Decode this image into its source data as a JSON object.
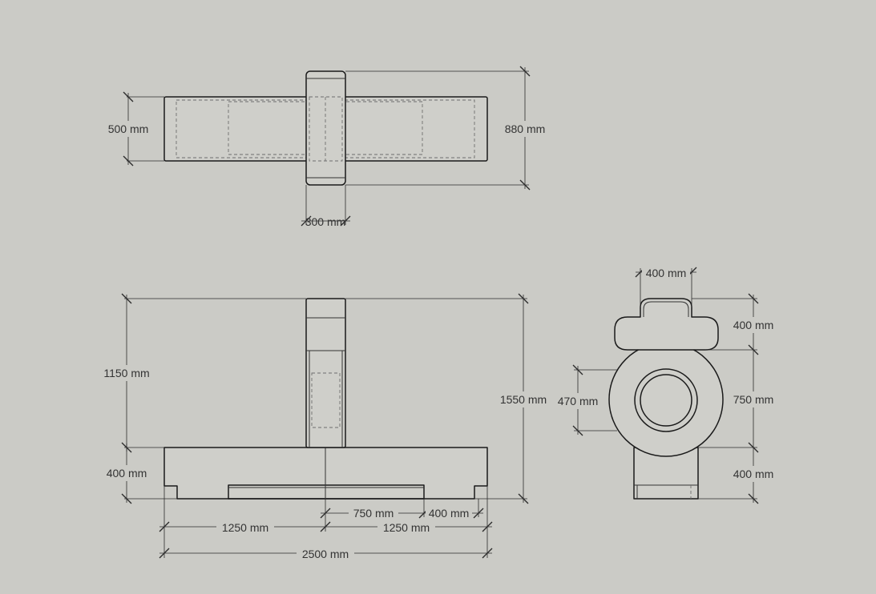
{
  "colors": {
    "background": "#cbcbc6",
    "outline": "#1a1a1a",
    "dimension": "#2b2b2b"
  },
  "top_view": {
    "dim_width": "500 mm",
    "dim_depth": "880 mm",
    "dim_post": "300 mm"
  },
  "front_view": {
    "dim_upper": "1150 mm",
    "dim_base": "400 mm",
    "dim_total_height": "1550 mm",
    "dim_slot": "750 mm",
    "dim_edge": "400 mm",
    "dim_half_left": "1250 mm",
    "dim_half_right": "1250 mm",
    "dim_total_length": "2500 mm"
  },
  "side_view": {
    "dim_top_width": "400 mm",
    "dim_top_height": "400 mm",
    "dim_ring": "470 mm",
    "dim_ring_height": "750 mm",
    "dim_base_height": "400 mm"
  }
}
